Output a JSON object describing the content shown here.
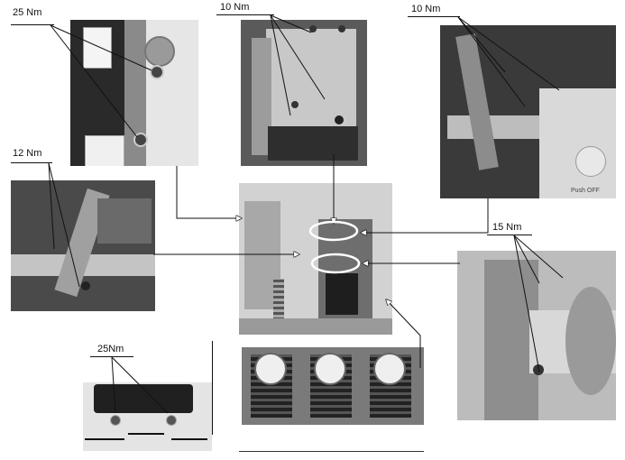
{
  "labels": {
    "top_left": "25 Nm",
    "top_center": "10 Nm",
    "top_right": "10 Nm",
    "mid_left": "12 Nm",
    "mid_right": "15 Nm",
    "bottom_left": "25Nm"
  },
  "photo_texts": {
    "push_off": "Push OFF"
  }
}
